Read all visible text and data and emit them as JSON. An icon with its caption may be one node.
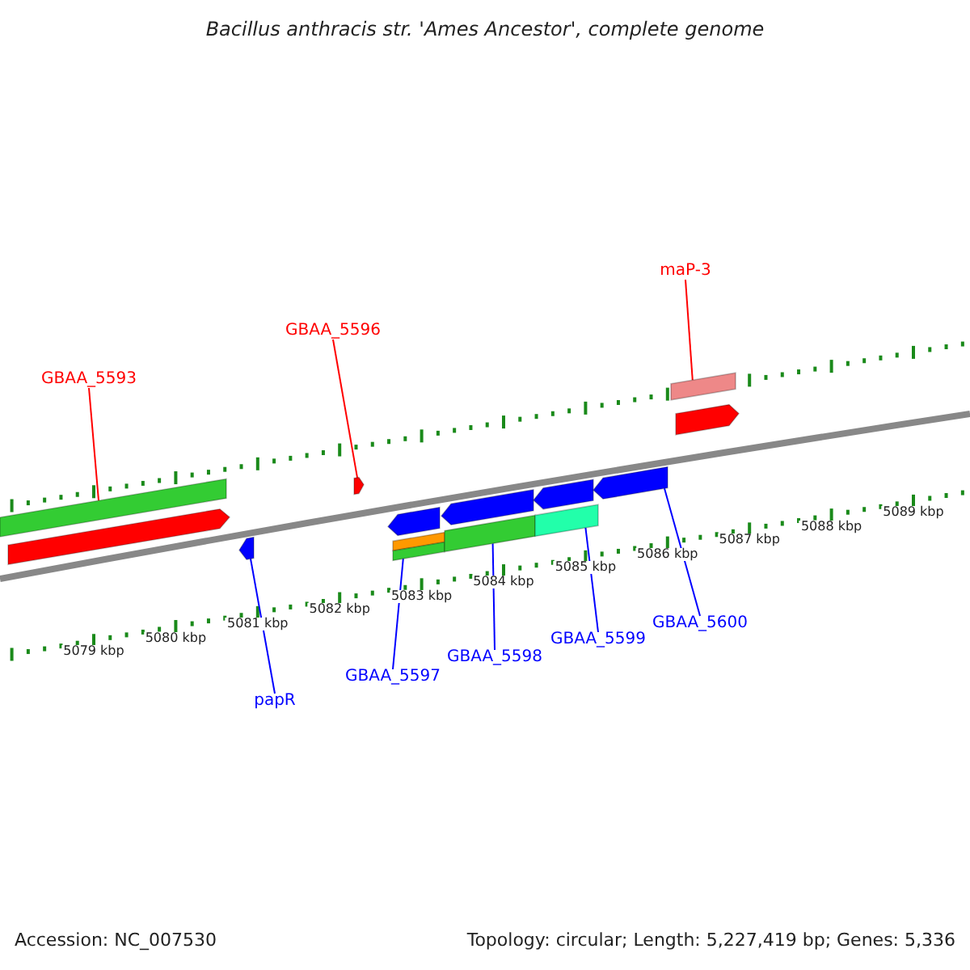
{
  "diagram": {
    "title": "Bacillus anthracis str. 'Ames Ancestor', complete genome",
    "nodes": [
      {
        "text": [
          "GBAA_5593"
        ]
      },
      {
        "text": [
          "GBAA_5596"
        ]
      },
      {
        "text": [
          "maP-3"
        ]
      },
      {
        "text": [
          "papR"
        ]
      },
      {
        "text": [
          "GBAA_5597"
        ]
      },
      {
        "text": [
          "GBAA_5598"
        ]
      },
      {
        "text": [
          "GBAA_5599"
        ]
      },
      {
        "text": [
          "GBAA_5600"
        ]
      },
      {
        "text": [],
        "shape": "bar"
      },
      {
        "text": [],
        "shape": "arrow"
      },
      {
        "text": [],
        "shape": "arrow"
      },
      {
        "text": [],
        "shape": "arrow"
      },
      {
        "text": [],
        "shape": "arrow"
      },
      {
        "text": [],
        "shape": "bar"
      },
      {
        "text": [],
        "shape": "bar"
      },
      {
        "text": [],
        "shape": "arrow"
      },
      {
        "text": [],
        "shape": "bar"
      },
      {
        "text": [],
        "shape": "arrow"
      },
      {
        "text": [],
        "shape": "bar"
      },
      {
        "text": [],
        "shape": "arrow"
      },
      {
        "text": [],
        "shape": "bar"
      },
      {
        "text": [],
        "shape": "arrow"
      }
    ],
    "edges": [
      {
        "from": 0,
        "to": 8,
        "arrow": "none",
        "color": "#ff0000"
      },
      {
        "from": 1,
        "to": 11,
        "arrow": "none",
        "color": "#ff0000"
      },
      {
        "from": 2,
        "to": 20,
        "arrow": "none",
        "color": "#ff0000"
      },
      {
        "from": 3,
        "to": 10,
        "arrow": "none"
      },
      {
        "from": 4,
        "to": 14,
        "arrow": "none"
      },
      {
        "from": 5,
        "to": 16,
        "arrow": "none"
      },
      {
        "from": 6,
        "to": 18,
        "arrow": "none"
      },
      {
        "from": 7,
        "to": 19,
        "arrow": "none"
      }
    ],
    "labels": [
      "5079 kbp",
      "5080 kbp",
      "5081 kbp",
      "5082 kbp",
      "5083 kbp",
      "5084 kbp",
      "5085 kbp",
      "5086 kbp",
      "5087 kbp",
      "5088 kbp",
      "5089 kbp",
      "Accession: NC_007530",
      "Topology: circular; Length: 5,227,419 bp; Genes: 5,336"
    ]
  }
}
